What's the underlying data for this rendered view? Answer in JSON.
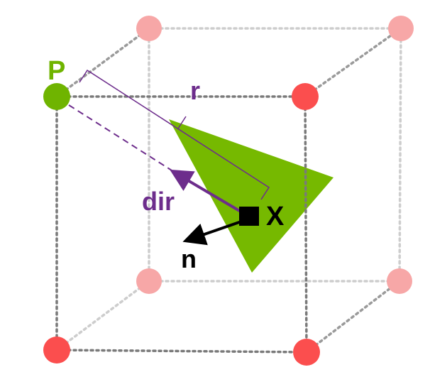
{
  "labels": {
    "point": "P",
    "radius": "r",
    "direction": "dir",
    "sample": "X",
    "normal": "n"
  },
  "colors": {
    "point_p": "#6fb400",
    "triangle": "#76b900",
    "front_vertex": "#fb4e4e",
    "back_vertex": "#f7a7a7",
    "front_edge": "#7a7a7a",
    "back_edge": "#cdcdcd",
    "purple": "#6d2d8c",
    "ink": "#000000"
  }
}
